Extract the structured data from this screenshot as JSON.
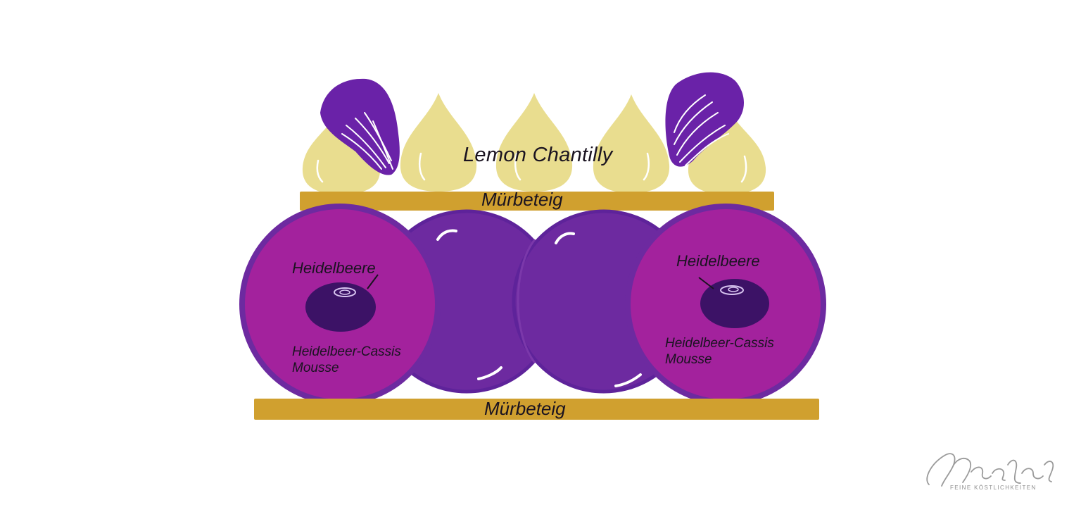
{
  "diagram": {
    "labels": {
      "topping": "Lemon Chantilly",
      "top_base": "Mürbeteig",
      "bottom_base": "Mürbeteig",
      "berry_left": "Heidelbeere",
      "berry_right": "Heidelbeere",
      "mousse_left_line1": "Heidelbeer-Cassis",
      "mousse_left_line2": "Mousse",
      "mousse_right_line1": "Heidelbeer-Cassis",
      "mousse_right_line2": "Mousse"
    },
    "colors": {
      "chantilly": "#e9dd8f",
      "shortcrust": "#d0a02f",
      "mousse_fill": "#a3229d",
      "mousse_ring": "#6d2aa0",
      "blueberry_dark": "#3c1266",
      "outline_dark": "#4b2080",
      "petal": "#6a22a8"
    }
  },
  "watermark": {
    "logo_text": "MarenLubbe",
    "tagline": "FEINE KÖSTLICHKEITEN"
  }
}
